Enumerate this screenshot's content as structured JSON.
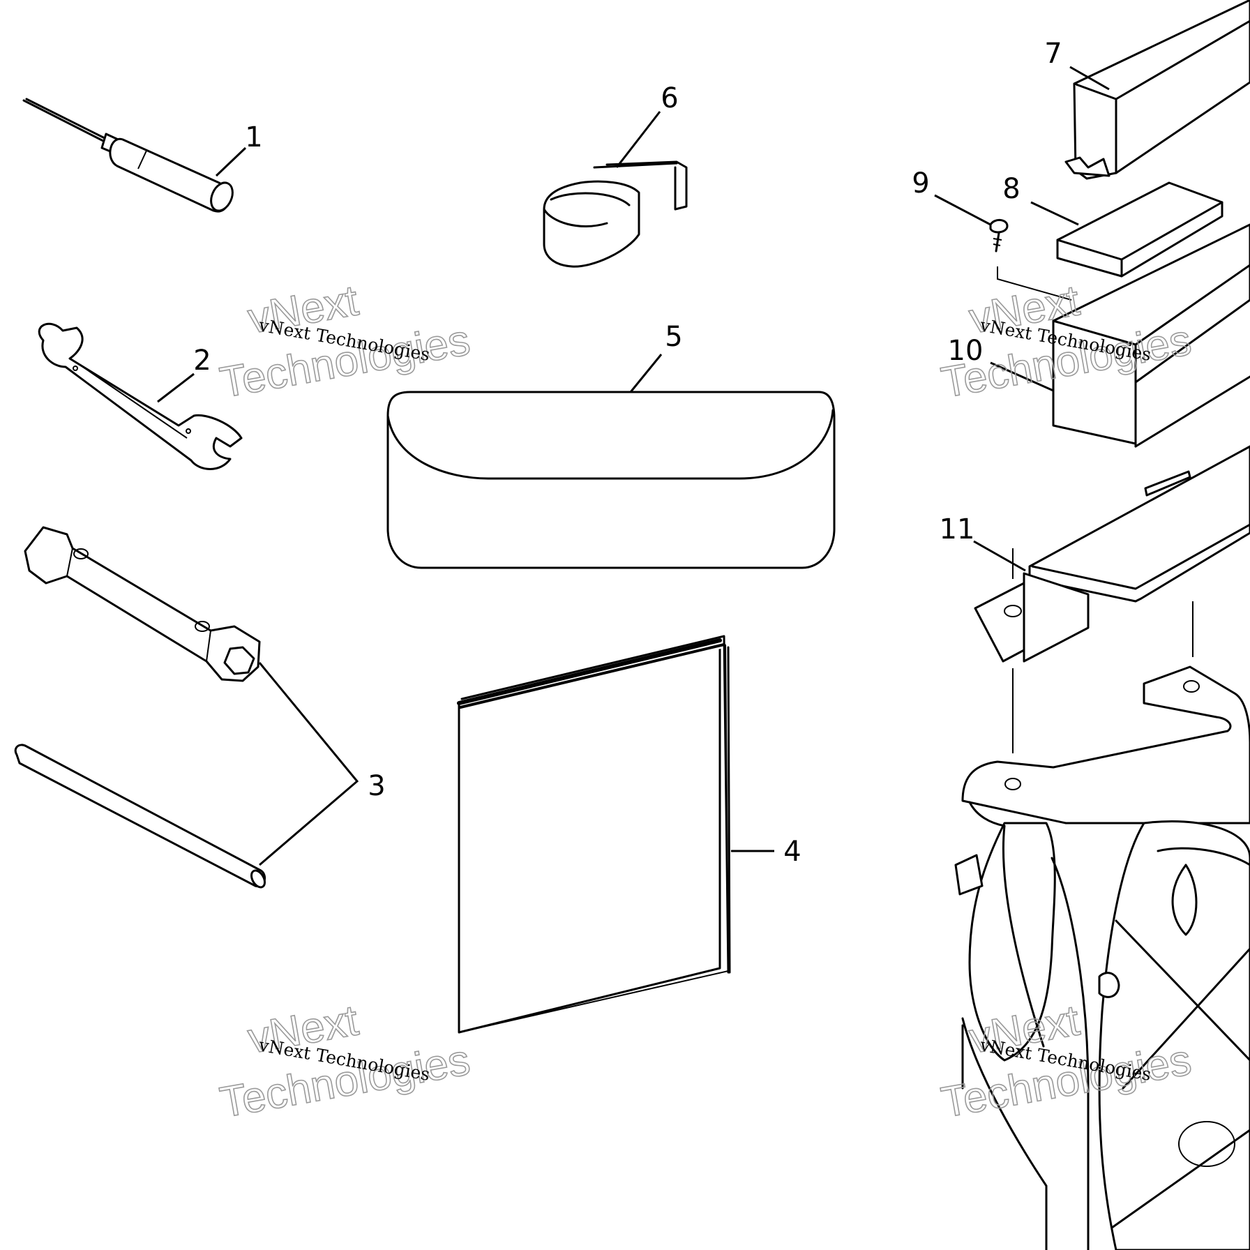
{
  "callouts": [
    {
      "id": "1",
      "label": "1"
    },
    {
      "id": "2",
      "label": "2"
    },
    {
      "id": "3",
      "label": "3"
    },
    {
      "id": "4",
      "label": "4"
    },
    {
      "id": "5",
      "label": "5"
    },
    {
      "id": "6",
      "label": "6"
    },
    {
      "id": "7",
      "label": "7"
    },
    {
      "id": "8",
      "label": "8"
    },
    {
      "id": "9",
      "label": "9"
    },
    {
      "id": "10",
      "label": "10"
    },
    {
      "id": "11",
      "label": "11"
    }
  ],
  "watermark": {
    "small_text": "vNext Technologies",
    "big_line_1": "vNext",
    "big_line_2": "Technologies"
  }
}
